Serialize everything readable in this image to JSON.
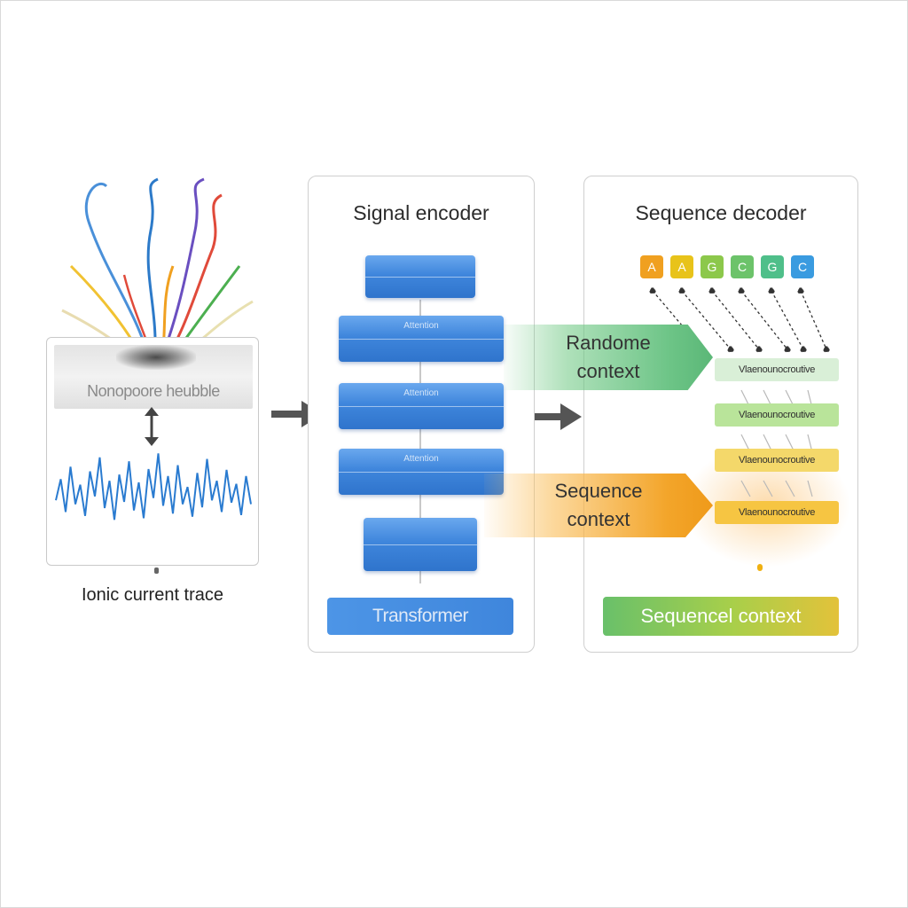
{
  "input": {
    "membrane_label": "Nonopoore heubble",
    "trace_label": "Ionic current trace",
    "trace_values": [
      0.35,
      0.62,
      0.2,
      0.78,
      0.3,
      0.55,
      0.15,
      0.72,
      0.4,
      0.9,
      0.25,
      0.6,
      0.1,
      0.68,
      0.33,
      0.85,
      0.22,
      0.58,
      0.12,
      0.75,
      0.38,
      0.95,
      0.28,
      0.66,
      0.18,
      0.8,
      0.3,
      0.52,
      0.14,
      0.7,
      0.26,
      0.88,
      0.35,
      0.6,
      0.2,
      0.74,
      0.32,
      0.56,
      0.16,
      0.66,
      0.3
    ]
  },
  "encoder": {
    "title": "Signal encoder",
    "layer_label": "Attention",
    "transformer_label": "Transformer"
  },
  "contexts": {
    "top": {
      "line1": "Randome",
      "line2": "context"
    },
    "bottom": {
      "line1": "Sequence",
      "line2": "context"
    }
  },
  "decoder": {
    "title": "Sequence decoder",
    "tokens": [
      {
        "letter": "A",
        "color": "#f0a020"
      },
      {
        "letter": "A",
        "color": "#e8c31a"
      },
      {
        "letter": "G",
        "color": "#8cc84b"
      },
      {
        "letter": "C",
        "color": "#6cc36a"
      },
      {
        "letter": "G",
        "color": "#4fbf8a"
      },
      {
        "letter": "C",
        "color": "#3a9be0"
      }
    ],
    "rows": [
      {
        "label": "Vlaenounocroutive",
        "color": "#d9efd7"
      },
      {
        "label": "Vlaenounocroutive",
        "color": "#b9e49a"
      },
      {
        "label": "Vlaenounocroutive",
        "color": "#f4d86a"
      },
      {
        "label": "Vlaenounocroutive",
        "color": "#f6c542"
      }
    ],
    "output_label": "Sequencel context"
  },
  "colors": {
    "encoder_blue": "#3f86dc",
    "context_green": "#6cc486",
    "context_orange": "#f3a52a"
  }
}
